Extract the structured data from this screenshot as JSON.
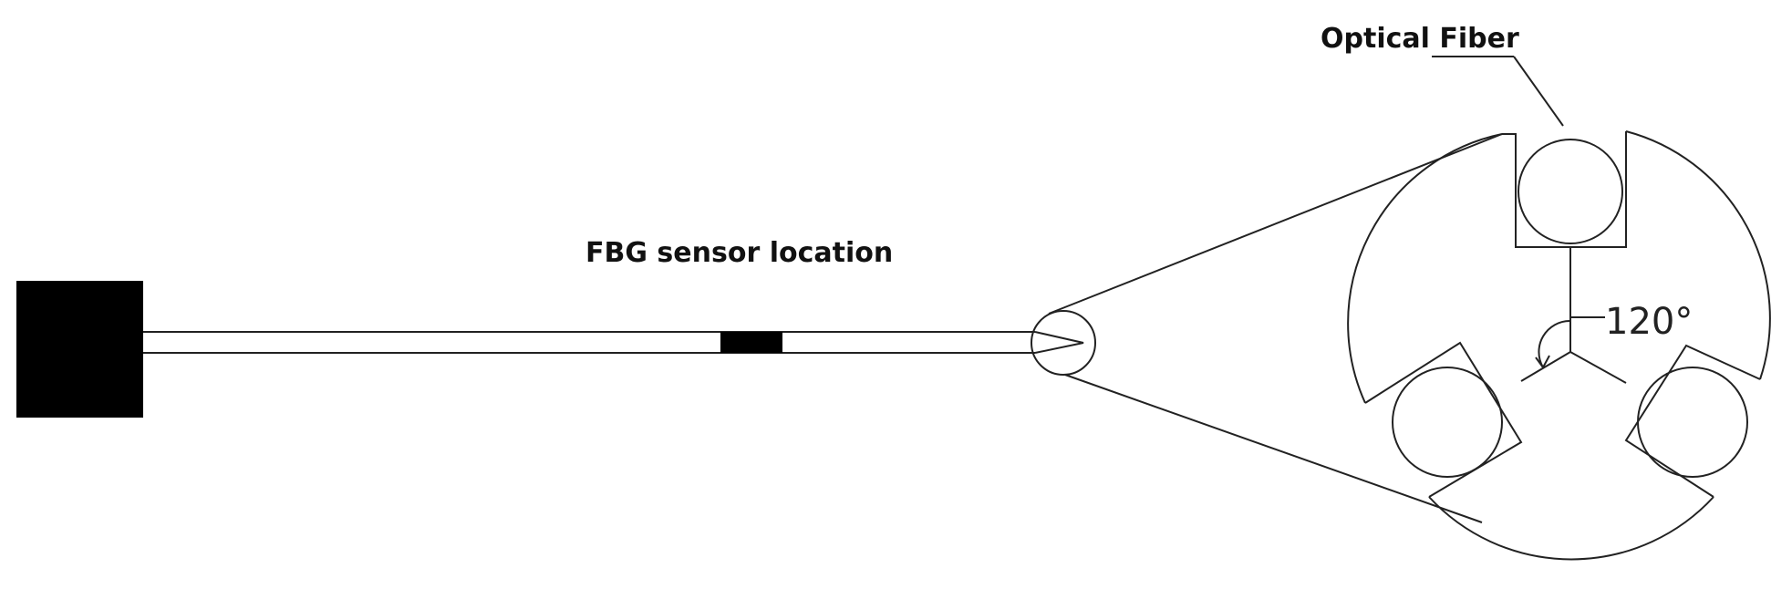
{
  "labels": {
    "optical_fiber": "Optical Fiber",
    "fbg_sensor_location": "FBG sensor  location",
    "angle": "120°"
  },
  "colors": {
    "stroke": "#222222",
    "fill_dark": "#000000",
    "background": "#ffffff"
  }
}
